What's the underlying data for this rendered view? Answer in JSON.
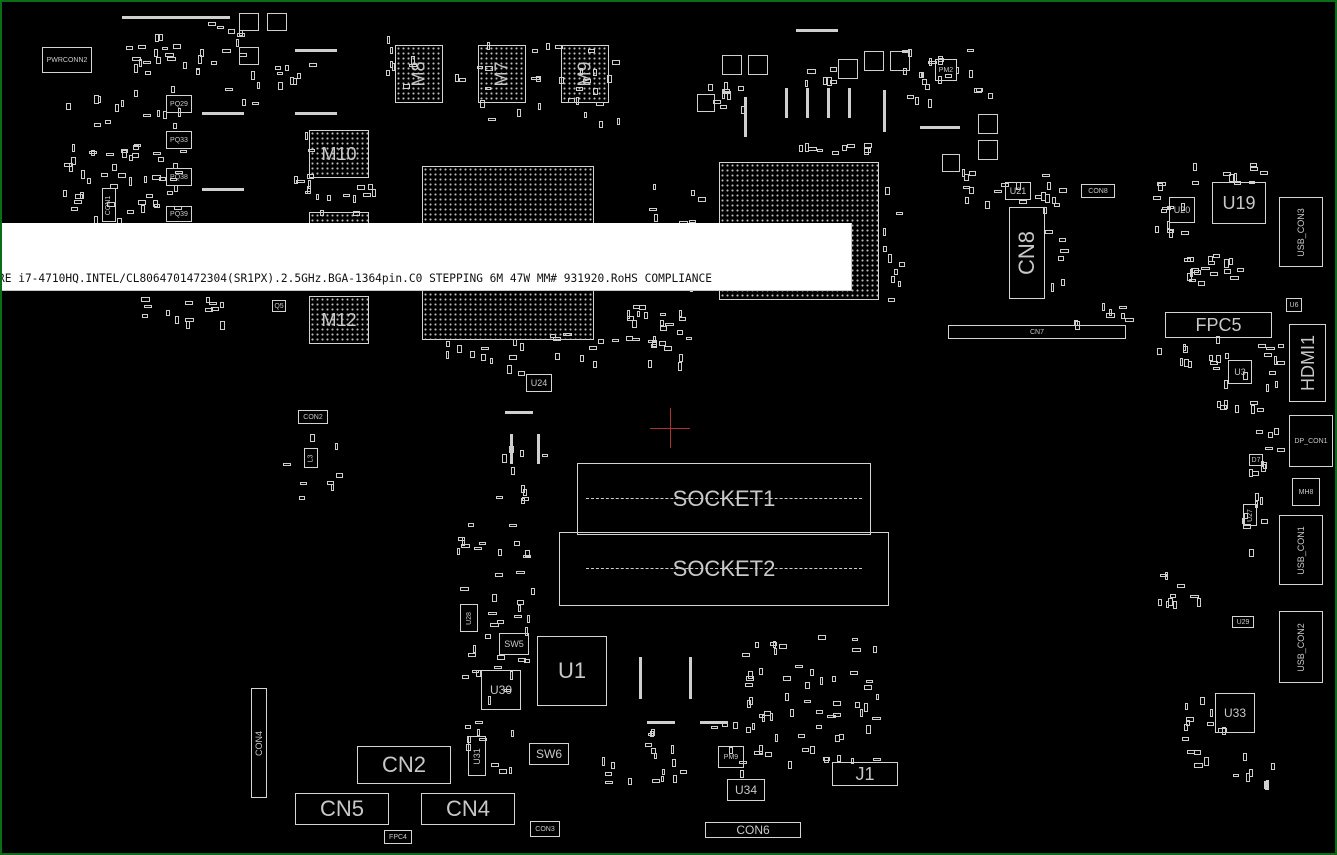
{
  "tooltip": {
    "text": "RE i7-4710HQ.INTEL/CL8064701472304(SR1PX).2.5GHz.BGA-1364pin.C0 STEPPING 6M 47W MM# 931920.RoHS COMPLIANCE"
  },
  "components": {
    "pwrconn2": "PWRCONN2",
    "pq29": "PQ29",
    "pq33": "PQ33",
    "pq38": "PQ38",
    "pq39": "PQ39",
    "con1": "CON1",
    "m8": "M8",
    "m7": "M7",
    "m9": "M9",
    "m10": "M10",
    "m12": "M12",
    "con2": "CON2",
    "u24": "U24",
    "socket1": "SOCKET1",
    "socket2": "SOCKET2",
    "u1": "U1",
    "sw5": "SW5",
    "sw6": "SW6",
    "u30": "U30",
    "u28": "U28",
    "u31": "U31",
    "cn2": "CN2",
    "cn5": "CN5",
    "cn4": "CN4",
    "con4": "CON4",
    "fpc4": "FPC4",
    "con3": "CON3",
    "con6": "CON6",
    "u34": "U34",
    "j1": "J1",
    "pm9": "PM9",
    "cn8": "CN8",
    "cn7": "CN7",
    "u21": "U21",
    "con8": "CON8",
    "pm2": "PM2",
    "u20": "U20",
    "u19": "U19",
    "usb_con3": "USB_CON3",
    "fpc5": "FPC5",
    "hdmi1": "HDMI1",
    "u3": "U3",
    "dp_con1": "DP_CON1",
    "mh8": "MH8",
    "u27": "U27",
    "usb_con1": "USB_CON1",
    "u29": "U29",
    "usb_con2": "USB_CON2",
    "u33": "U33",
    "q5": "Q5",
    "u6": "U6",
    "d7": "D7",
    "l3": "L3"
  }
}
